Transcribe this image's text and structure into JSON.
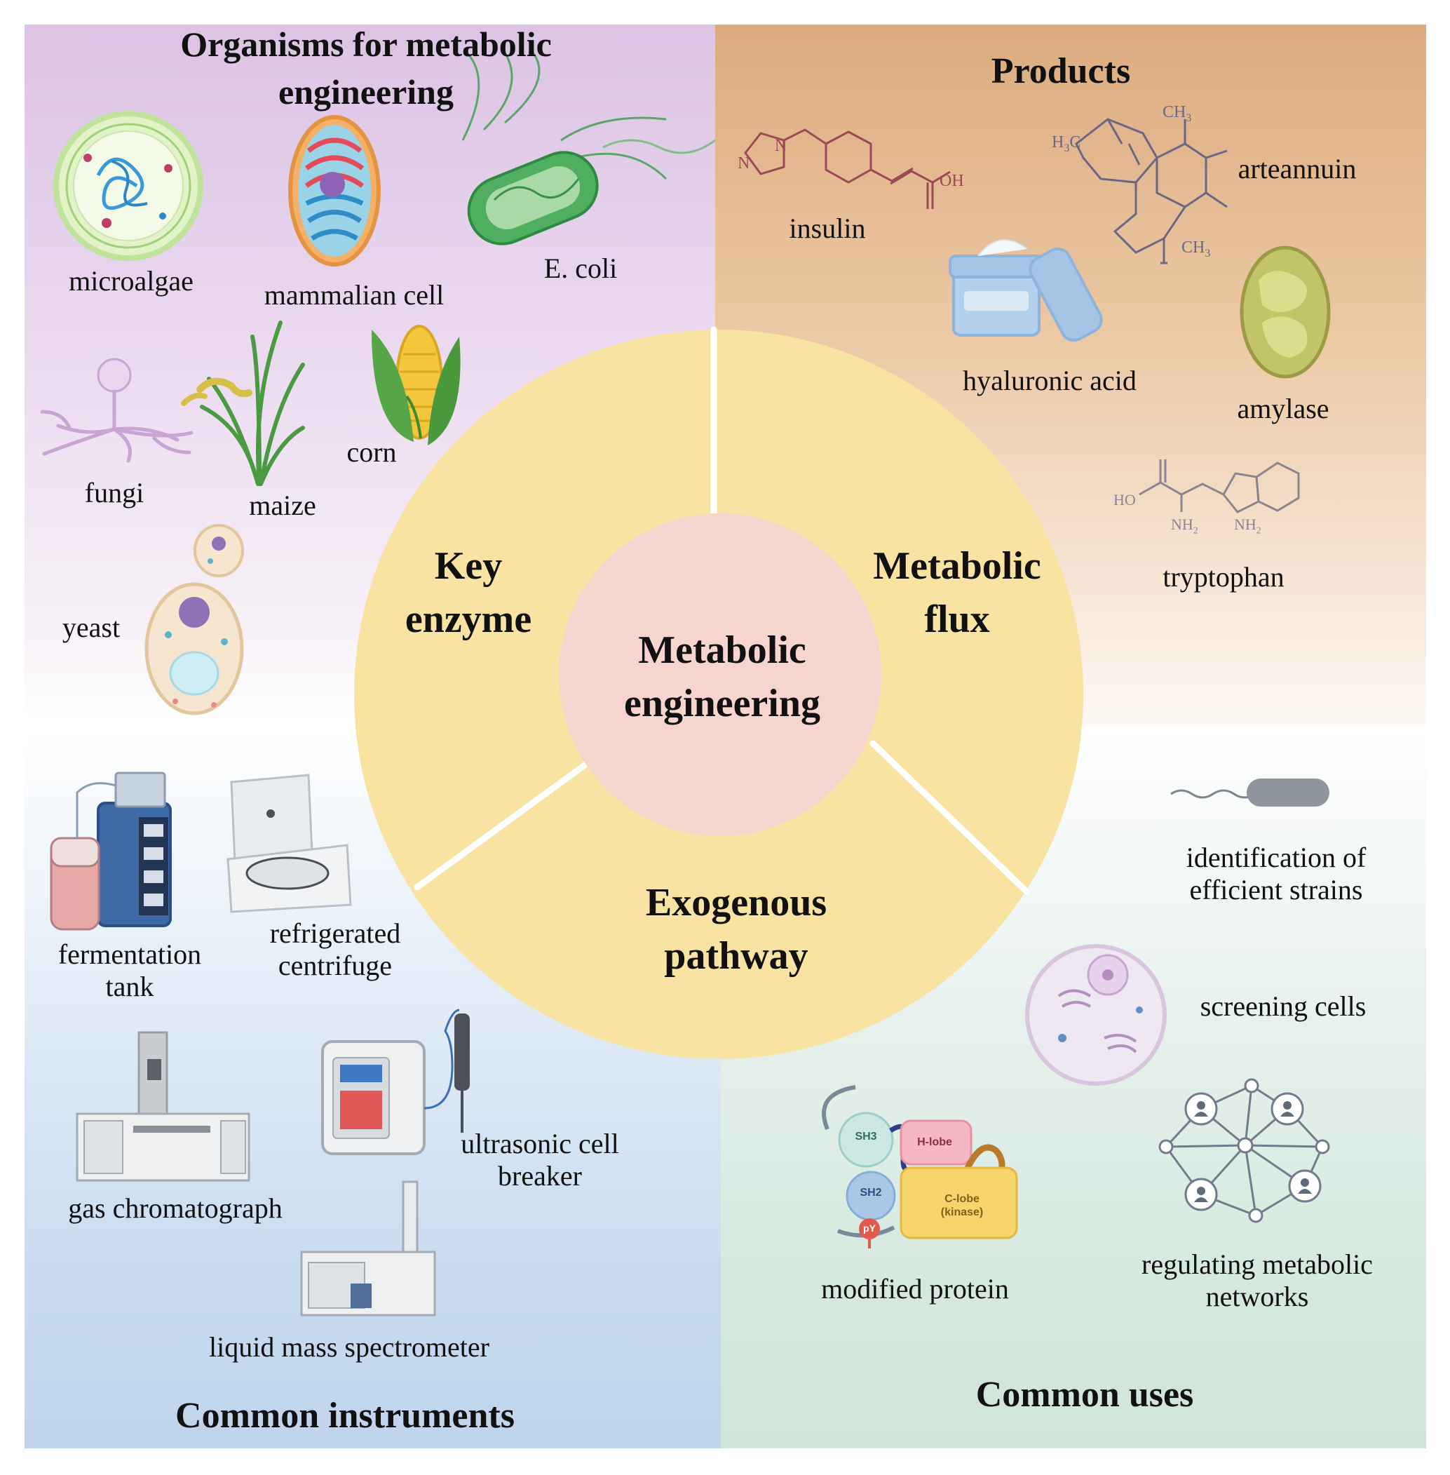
{
  "center": {
    "title_line1": "Metabolic",
    "title_line2": "engineering"
  },
  "ring": {
    "key_enzyme": [
      "Key",
      "enzyme"
    ],
    "metabolic_flux": [
      "Metabolic",
      "flux"
    ],
    "exogenous_pathway": [
      "Exogenous",
      "pathway"
    ]
  },
  "organisms": {
    "title_line1": "Organisms for metabolic",
    "title_line2": "engineering",
    "microalgae": "microalgae",
    "mammalian_cell": "mammalian cell",
    "ecoli": "E. coli",
    "fungi": "fungi",
    "maize": "maize",
    "corn": "corn",
    "yeast": "yeast"
  },
  "products": {
    "title": "Products",
    "insulin": "insulin",
    "arteannuin": "arteannuin",
    "hyaluronic_acid": "hyaluronic acid",
    "amylase": "amylase",
    "tryptophan": "tryptophan",
    "chem": {
      "ch3": "CH",
      "h3c": "H",
      "h": "H",
      "oh": "OH",
      "o": "O",
      "n": "N",
      "nh2": "NH",
      "ho": "HO",
      "sub3": "3",
      "sub2": "2"
    }
  },
  "instruments": {
    "title": "Common instruments",
    "fermentation_tank": [
      "fermentation",
      "tank"
    ],
    "refrigerated_centrifuge": [
      "refrigerated",
      "centrifuge"
    ],
    "gas_chromatograph": "gas chromatograph",
    "ultrasonic_cell_breaker": [
      "ultrasonic cell",
      "breaker"
    ],
    "liquid_mass_spectrometer": "liquid mass spectrometer"
  },
  "uses": {
    "title": "Common uses",
    "identification": [
      "identification of",
      "efficient strains"
    ],
    "screening_cells": "screening cells",
    "modified_protein": "modified protein",
    "regulating": [
      "regulating metabolic",
      "networks"
    ],
    "protein_parts": {
      "sh3": "SH3",
      "sh2": "SH2",
      "hlobe": "H-lobe",
      "clobe": "C-lobe",
      "kinase": "(kinase)",
      "py": "pY"
    }
  },
  "colors": {
    "organisms_bg": "#dcc3e3",
    "products_bg": "#dcab7f",
    "instruments_bg": "#bfd4ec",
    "uses_bg": "#cfe5d9",
    "ring": "#f8e3a3",
    "core": "#f6d5cf"
  }
}
